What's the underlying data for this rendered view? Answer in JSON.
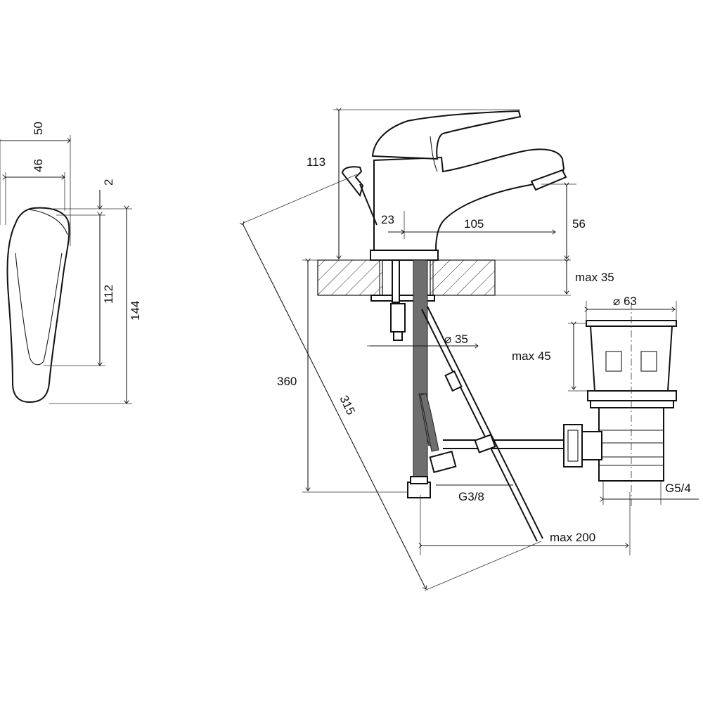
{
  "side_view": {
    "width_outer": "50",
    "width_inner": "46",
    "gap": "2",
    "handle_height": "112",
    "total_height": "144"
  },
  "front_view": {
    "height_above_spout": "113",
    "spout_offset": "23",
    "spout_reach": "105",
    "outlet_height": "56",
    "deck_thickness": "max 35",
    "hole_diameter": "⌀ 35",
    "hose_length": "360",
    "rod_length": "315",
    "hose_thread": "G3/8",
    "rod_reach": "max 200"
  },
  "waste_view": {
    "plug_diameter": "⌀ 63",
    "plug_depth": "max 45",
    "thread": "G5/4"
  }
}
